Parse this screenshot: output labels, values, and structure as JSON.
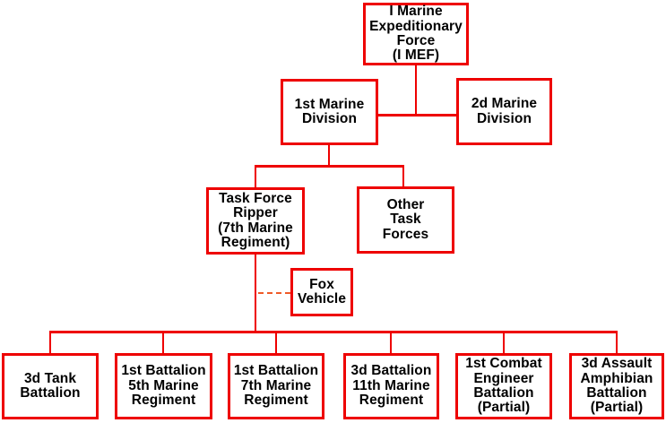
{
  "colors": {
    "box_border": "#ee0000",
    "connector_line": "#ee0000",
    "dashed_line": "#ef5a28",
    "text": "#000000",
    "background": "#ffffff"
  },
  "org_chart": {
    "boxes": [
      {
        "id": "i-mef",
        "label": "I Marine\nExpeditionary\nForce\n(I MEF)"
      },
      {
        "id": "1st-marine-division",
        "label": "1st Marine\nDivision"
      },
      {
        "id": "2d-marine-division",
        "label": "2d Marine\nDivision"
      },
      {
        "id": "task-force-ripper",
        "label": "Task Force\nRipper\n(7th Marine\nRegiment)"
      },
      {
        "id": "other-task-forces",
        "label": "Other\nTask\nForces"
      },
      {
        "id": "fox-vehicle",
        "label": "Fox\nVehicle"
      },
      {
        "id": "3d-tank-battalion",
        "label": "3d Tank\nBattalion"
      },
      {
        "id": "1st-battalion-5th-marines",
        "label": "1st Battalion\n5th Marine\nRegiment"
      },
      {
        "id": "1st-battalion-7th-marines",
        "label": "1st Battalion\n7th Marine\nRegiment"
      },
      {
        "id": "3d-battalion-11th-marines",
        "label": "3d Battalion\n11th Marine\nRegiment"
      },
      {
        "id": "1st-combat-engineer-battalion",
        "label": "1st Combat\nEngineer\nBattalion\n(Partial)"
      },
      {
        "id": "3d-assault-amphibian-battalion",
        "label": "3d Assault\nAmphibian\nBattalion\n(Partial)"
      }
    ],
    "edges": [
      {
        "from": "i-mef",
        "to": "1st-marine-division",
        "style": "solid"
      },
      {
        "from": "i-mef",
        "to": "2d-marine-division",
        "style": "solid"
      },
      {
        "from": "1st-marine-division",
        "to": "task-force-ripper",
        "style": "solid"
      },
      {
        "from": "1st-marine-division",
        "to": "other-task-forces",
        "style": "solid"
      },
      {
        "from": "task-force-ripper",
        "to": "fox-vehicle",
        "style": "dashed"
      },
      {
        "from": "task-force-ripper",
        "to": "3d-tank-battalion",
        "style": "solid"
      },
      {
        "from": "task-force-ripper",
        "to": "1st-battalion-5th-marines",
        "style": "solid"
      },
      {
        "from": "task-force-ripper",
        "to": "1st-battalion-7th-marines",
        "style": "solid"
      },
      {
        "from": "task-force-ripper",
        "to": "3d-battalion-11th-marines",
        "style": "solid"
      },
      {
        "from": "task-force-ripper",
        "to": "1st-combat-engineer-battalion",
        "style": "solid"
      },
      {
        "from": "task-force-ripper",
        "to": "3d-assault-amphibian-battalion",
        "style": "solid"
      }
    ]
  }
}
